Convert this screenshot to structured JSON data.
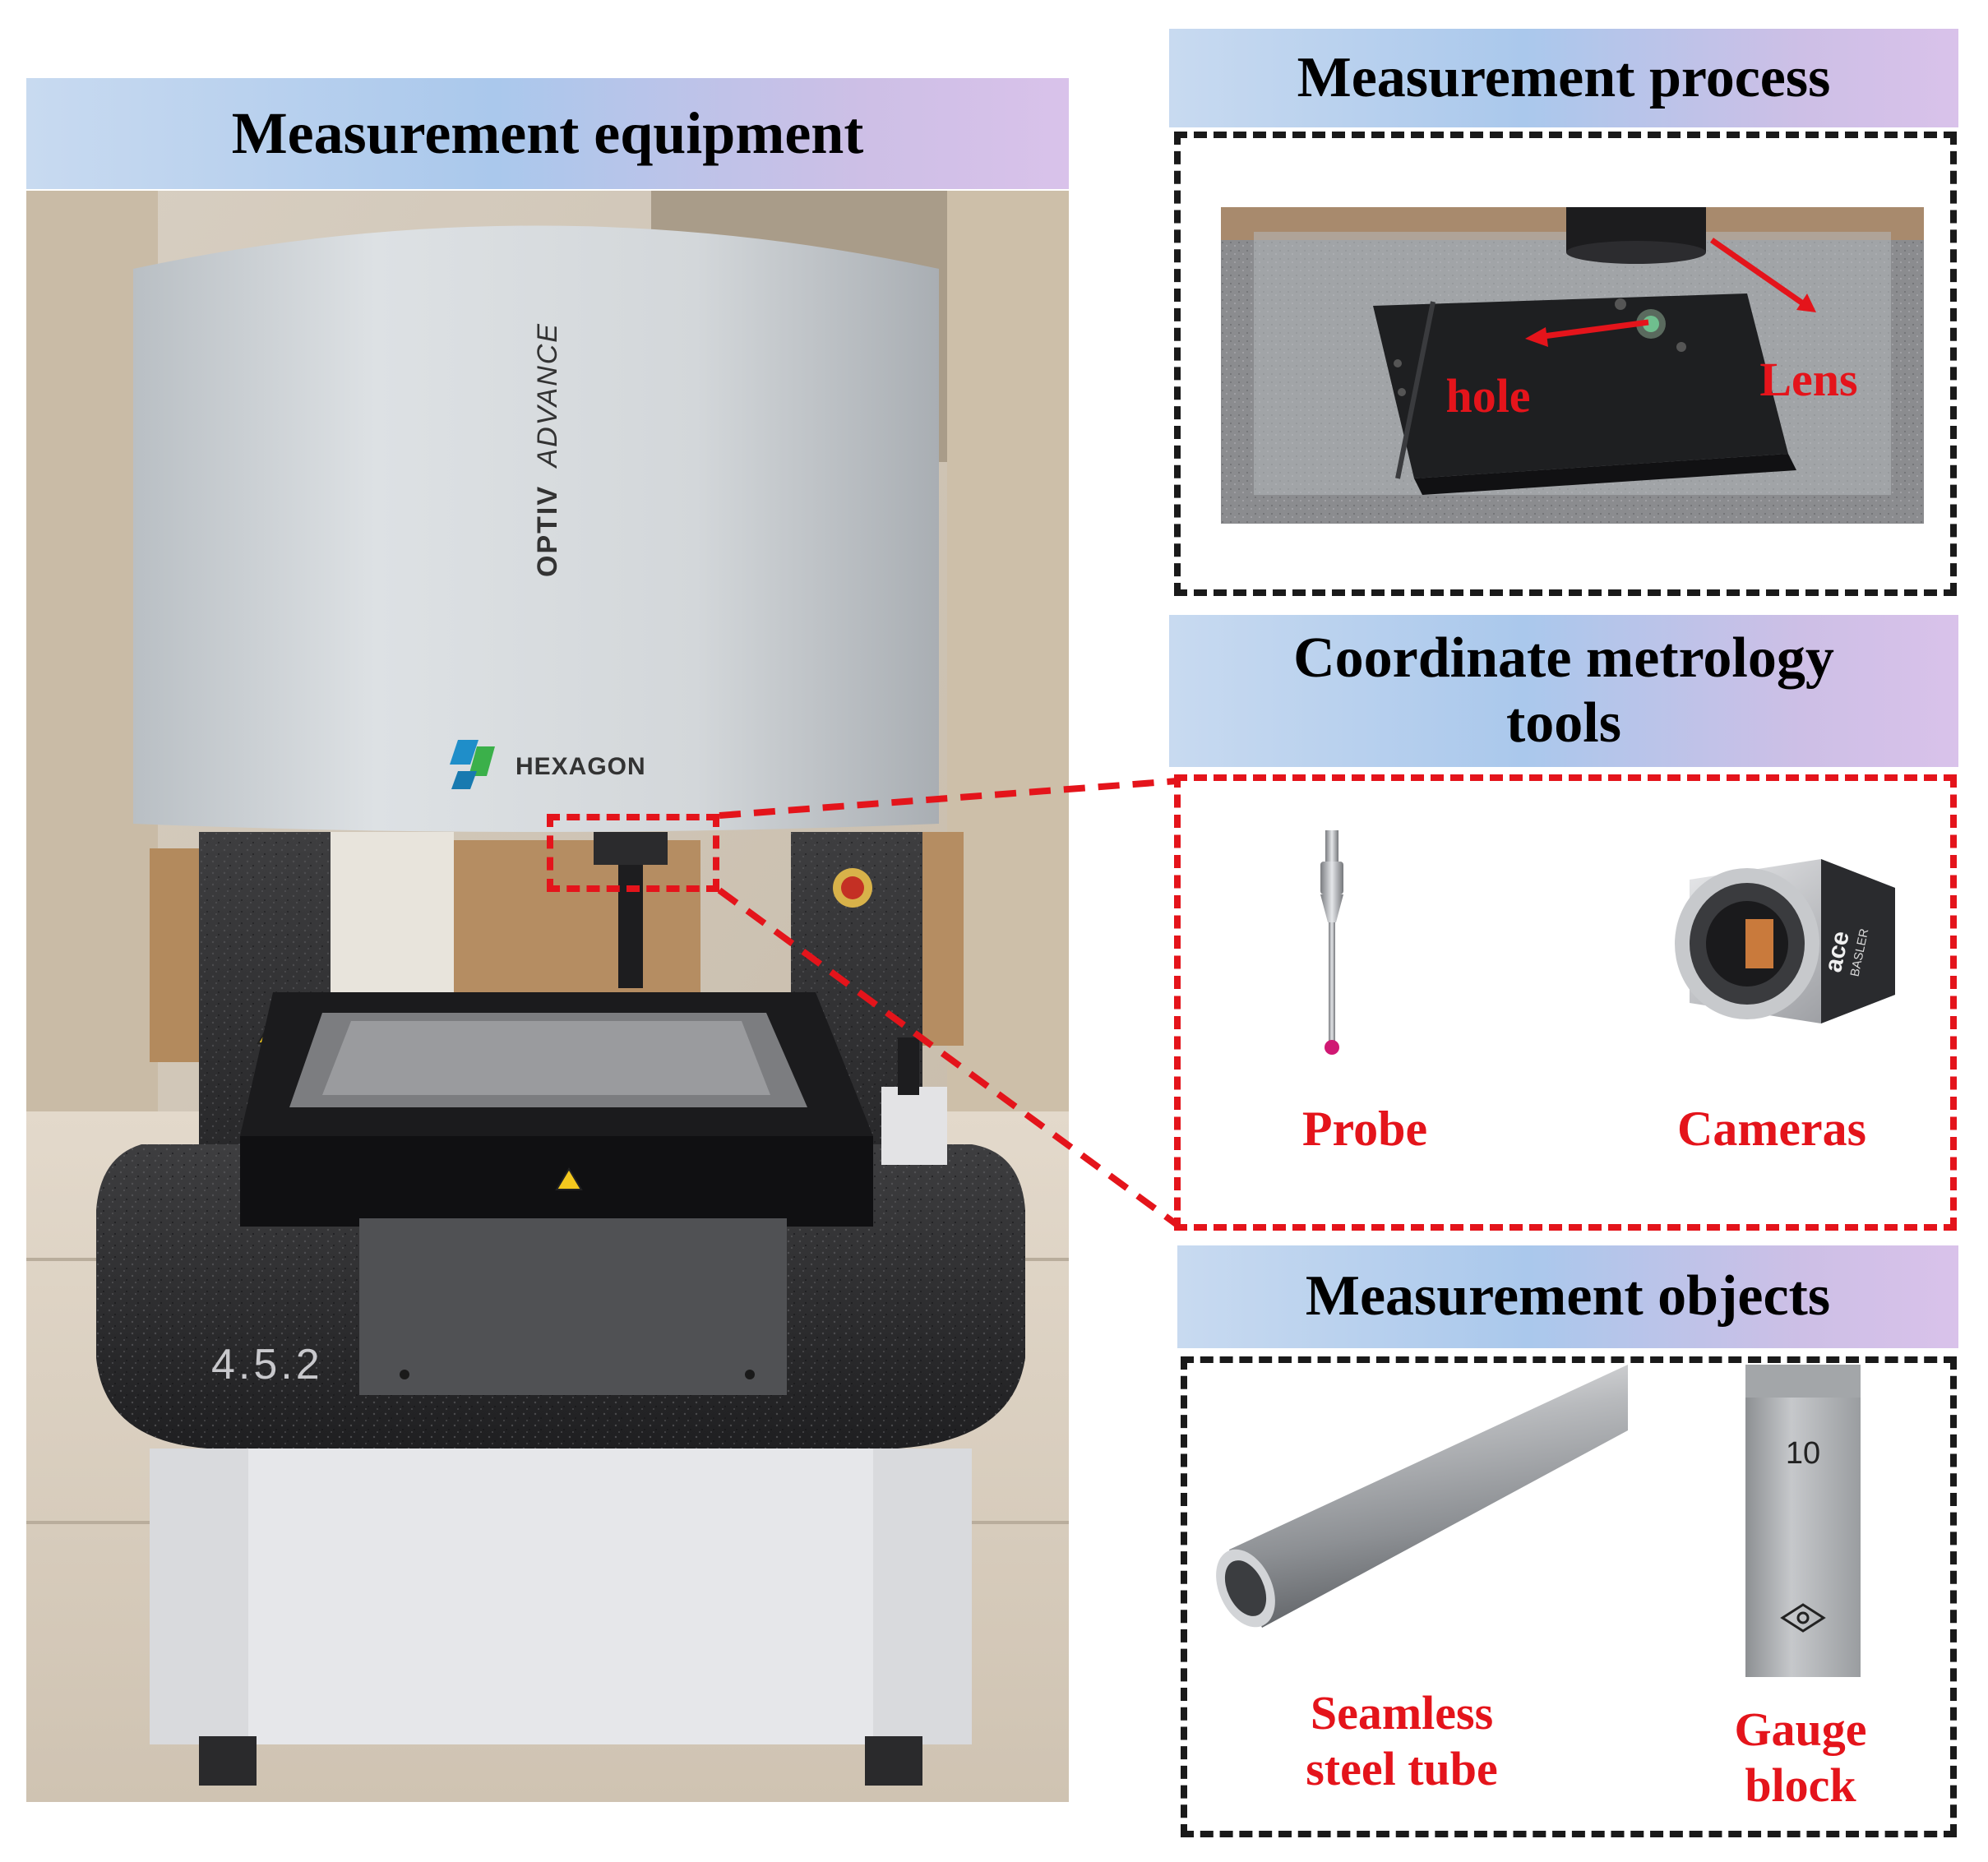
{
  "panels": {
    "equipment": {
      "title": "Measurement equipment",
      "machine_brand_line1": "OPTIV",
      "machine_brand_line2": "ADVANCE",
      "maker_logo_text": "HEXAGON",
      "model_marking": "4.5.2"
    },
    "process": {
      "title": "Measurement process",
      "label_hole": "hole",
      "label_lens": "Lens"
    },
    "tools": {
      "title_line1": "Coordinate metrology",
      "title_line2": "tools",
      "label_probe": "Probe",
      "label_cameras": "Cameras",
      "camera_brand": "ace",
      "camera_maker": "BASLER"
    },
    "objects": {
      "title": "Measurement objects",
      "tube_label_line1": "Seamless",
      "tube_label_line2": "steel tube",
      "block_label_line1": "Gauge",
      "block_label_line2": "block",
      "block_marking": "10"
    }
  },
  "colors": {
    "annotation_red": "#e4141b",
    "frame_black": "#1a1a1a",
    "banner_left": "#c8daf0",
    "banner_right": "#d9c2ea"
  }
}
